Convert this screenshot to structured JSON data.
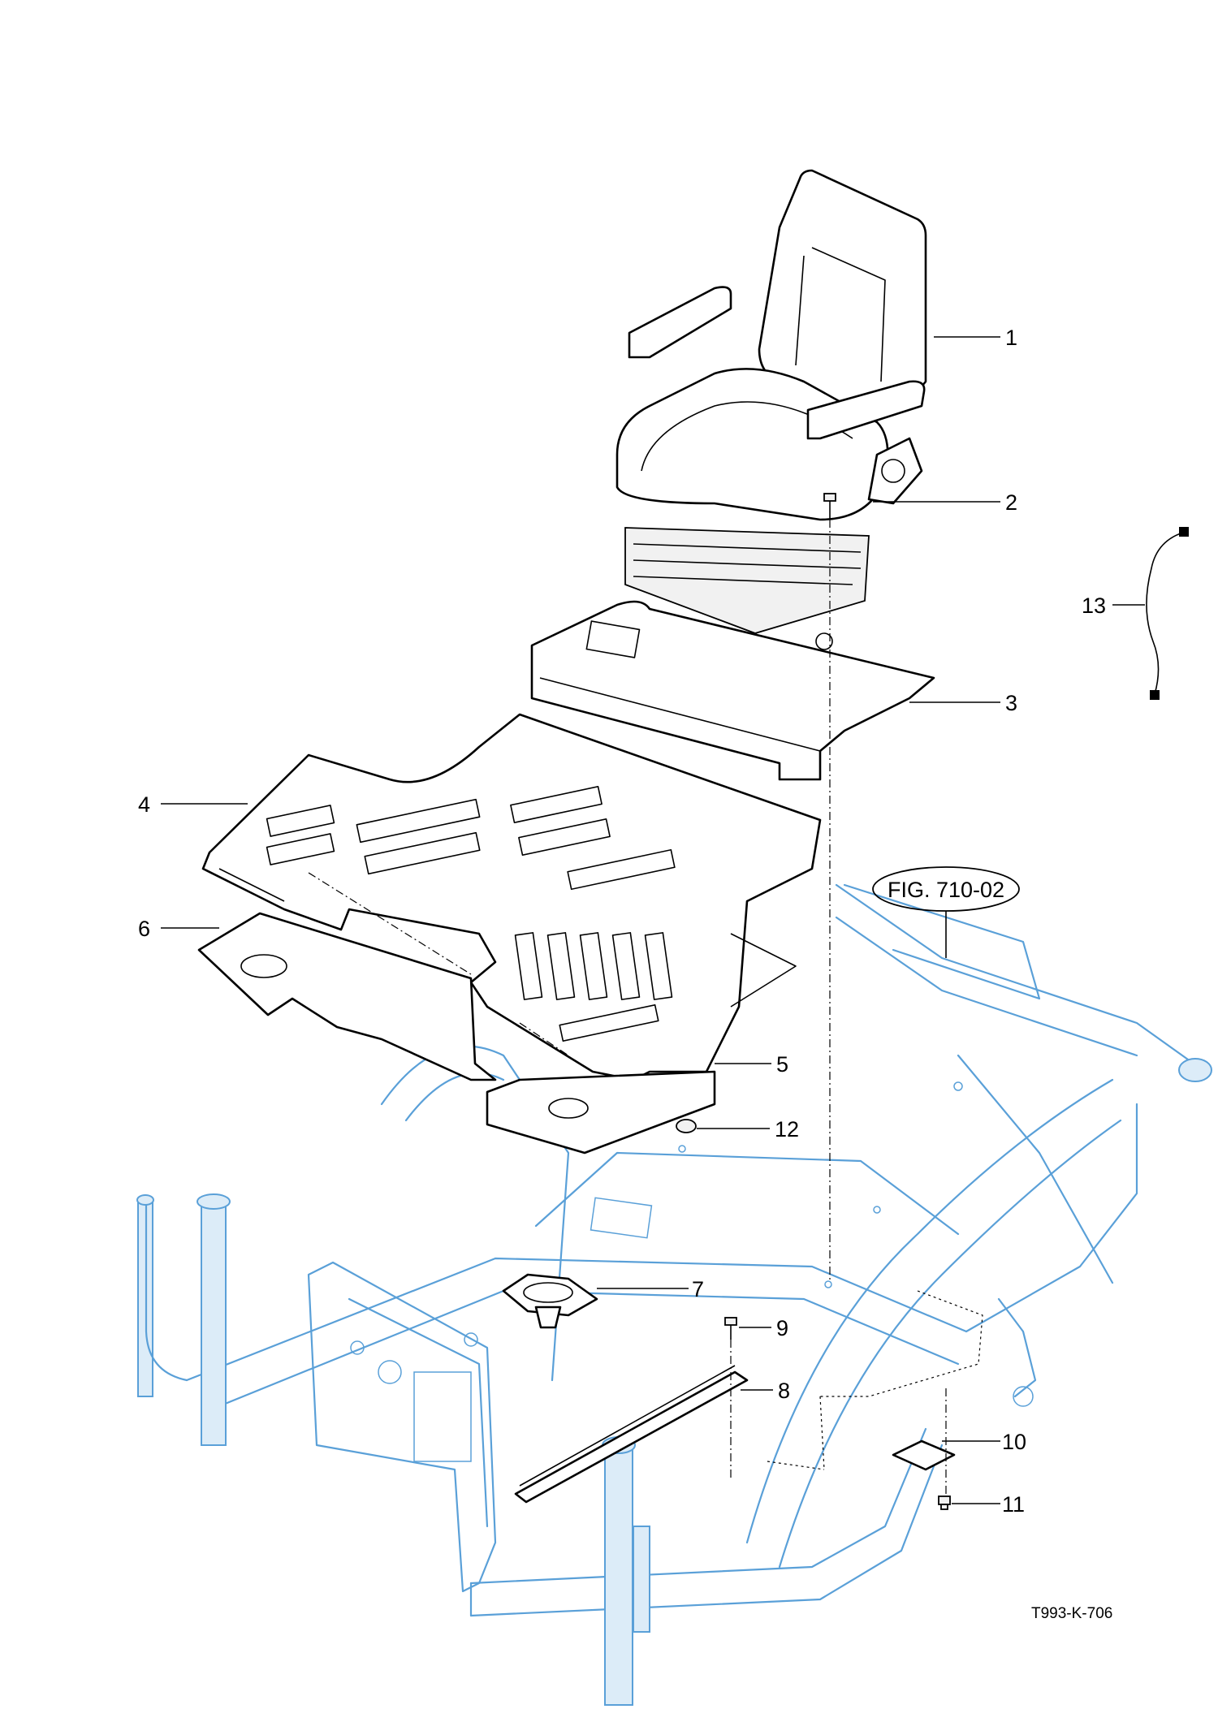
{
  "callouts": [
    {
      "id": "1",
      "label": "1"
    },
    {
      "id": "2",
      "label": "2"
    },
    {
      "id": "3",
      "label": "3"
    },
    {
      "id": "4",
      "label": "4"
    },
    {
      "id": "5",
      "label": "5"
    },
    {
      "id": "6",
      "label": "6"
    },
    {
      "id": "7",
      "label": "7"
    },
    {
      "id": "8",
      "label": "8"
    },
    {
      "id": "9",
      "label": "9"
    },
    {
      "id": "10",
      "label": "10"
    },
    {
      "id": "11",
      "label": "11"
    },
    {
      "id": "12",
      "label": "12"
    },
    {
      "id": "13",
      "label": "13"
    }
  ],
  "figure_reference": "FIG. 710-02",
  "drawing_number": "T993-K-706",
  "colors": {
    "frame_outline": "#5aa0d8",
    "parts_outline": "#000000",
    "background": "#ffffff"
  }
}
